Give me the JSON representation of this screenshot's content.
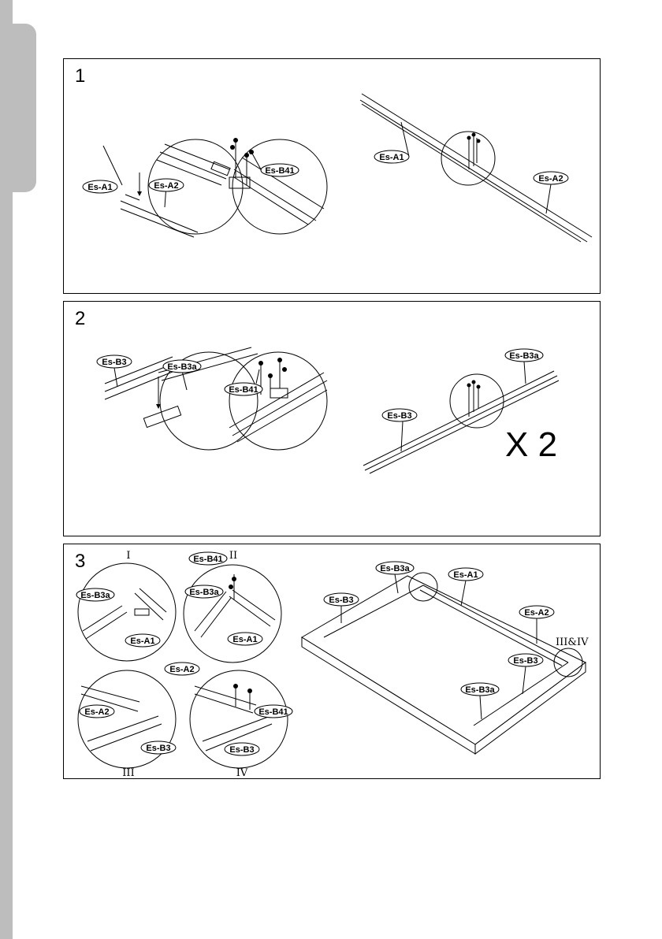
{
  "steps": [
    {
      "number": "1",
      "labels": {
        "a1_detail": "Es-A1",
        "a2_detail": "Es-A2",
        "b41_detail": "Es-B41",
        "a1_main": "Es-A1",
        "a2_main": "Es-A2"
      }
    },
    {
      "number": "2",
      "labels": {
        "b3_detail": "Es-B3",
        "b3a_detail": "Es-B3a",
        "b41_detail": "Es-B41",
        "b3_main": "Es-B3",
        "b3a_main": "Es-B3a"
      },
      "multiplier": "X 2"
    },
    {
      "number": "3",
      "detail_I": {
        "roman": "I",
        "b3a": "Es-B3a",
        "a1": "Es-A1"
      },
      "detail_II": {
        "roman": "II",
        "b41": "Es-B41",
        "b3a": "Es-B3a",
        "a1": "Es-A1"
      },
      "detail_III": {
        "roman": "III",
        "a2": "Es-A2",
        "b3": "Es-B3"
      },
      "detail_IV": {
        "roman": "IV",
        "a2": "Es-A2",
        "b41": "Es-B41",
        "b3": "Es-B3"
      },
      "main": {
        "b3a_top": "Es-B3a",
        "a1": "Es-A1",
        "b3_left": "Es-B3",
        "a2": "Es-A2",
        "corner_ref": "III&IV",
        "b3_right": "Es-B3",
        "b3a_bottom": "Es-B3a"
      }
    }
  ]
}
